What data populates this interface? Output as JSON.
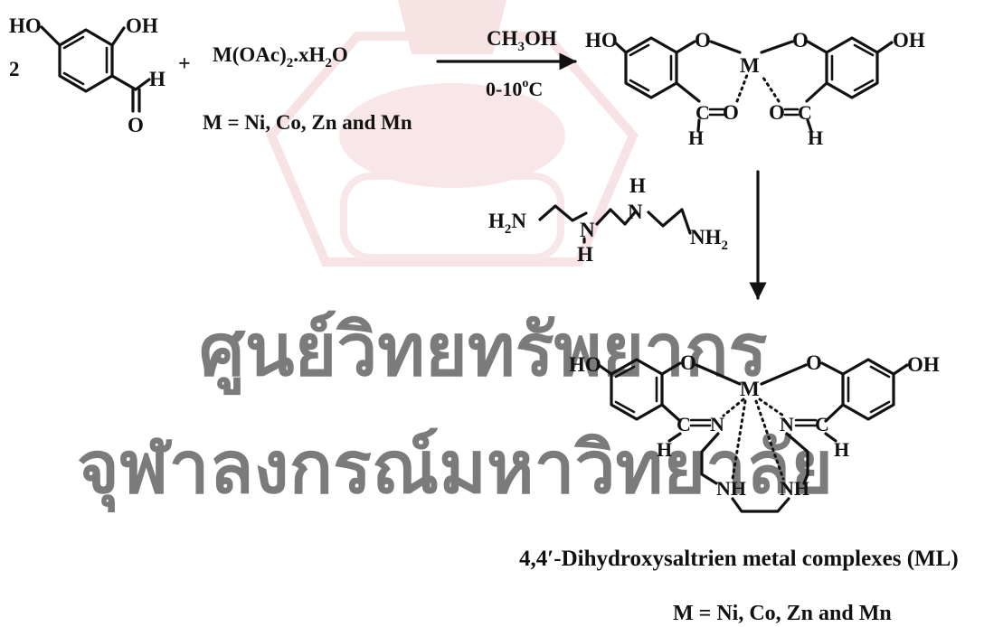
{
  "watermark": {
    "line1": "ศูนย์วิทยทรัพยากร",
    "line2": "จุฬาลงกรณ์มหาวิทยาลัย",
    "seal": "university-seal-watermark",
    "text_color": "#e9b0b4",
    "seal_color": "#f3d3d6"
  },
  "reactants": {
    "coefficient": "2",
    "plus": "+",
    "salt": {
      "base": "M(OAc)",
      "sub1": "2",
      "mid": ".xH",
      "sub2": "2",
      "end": "O"
    },
    "metal_list_top": "M = Ni, Co, Zn  and Mn"
  },
  "atoms": {
    "ho": "HO",
    "oh": "OH",
    "h": "H",
    "o": "O",
    "m": "M",
    "c": "C",
    "n": "N",
    "nh": "NH"
  },
  "conditions": {
    "solvent": {
      "pre": "CH",
      "sub": "3",
      "post": "OH"
    },
    "temperature": {
      "pre": "0-10",
      "sup": "o",
      "post": "C"
    }
  },
  "amine": {
    "left": {
      "pre": "H",
      "sub": "2",
      "post": "N"
    },
    "right": {
      "pre": "NH",
      "sub": "2"
    },
    "n": "N",
    "h": "H"
  },
  "product": {
    "name": "4,4′-Dihydroxysaltrien metal complexes (ML)",
    "metal_list": "M = Ni, Co, Zn  and Mn"
  }
}
